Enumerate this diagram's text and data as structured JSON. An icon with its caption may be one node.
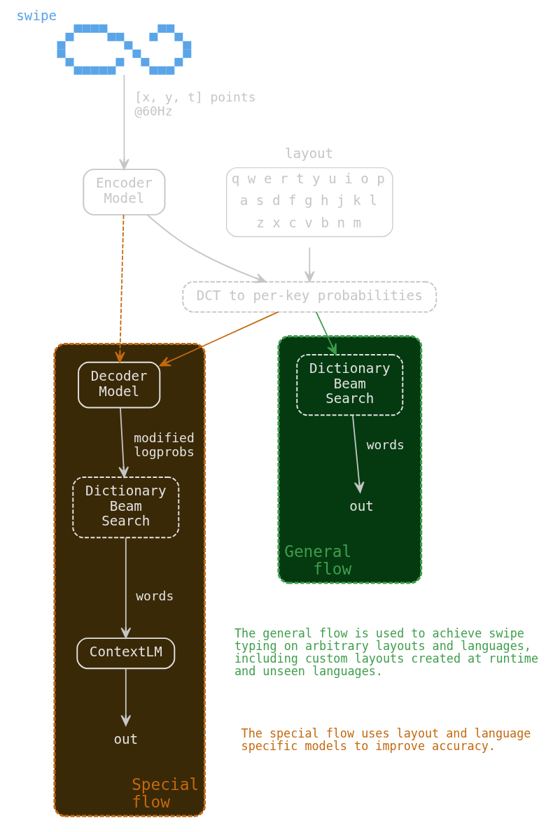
{
  "diagram": {
    "nodes": [
      {
        "text": [],
        "shape": "picture",
        "beside": [
          "swipe"
        ]
      },
      {
        "text": [
          "Encoder Model"
        ]
      },
      {
        "text": [
          "layout",
          "q w e r t y u i o p",
          "a s d f g h j k l",
          "z x c v b n m"
        ]
      },
      {
        "text": [
          "DCT to per-key probabilities"
        ]
      },
      {
        "text": [
          "Special flow"
        ]
      },
      {
        "text": [
          "Decoder Model"
        ],
        "in": 4
      },
      {
        "text": [
          "Dictionary Beam Search"
        ],
        "in": 4
      },
      {
        "text": [
          "ContextLM"
        ],
        "in": 4
      },
      {
        "text": [
          "out"
        ],
        "in": 4
      },
      {
        "text": [
          "General flow"
        ]
      },
      {
        "text": [
          "Dictionary Beam Search"
        ],
        "in": 9
      },
      {
        "text": [
          "out"
        ],
        "in": 9
      }
    ],
    "edges": [
      {
        "from": 0,
        "to": 1,
        "arrow": "to",
        "label": "[x, y, t] points @60Hz"
      },
      {
        "from": 1,
        "to": 3,
        "arrow": "to"
      },
      {
        "from": 2,
        "to": 3,
        "arrow": "to"
      },
      {
        "from": 1,
        "to": 5,
        "arrow": "to",
        "style": "dashed",
        "color": "#c4690f"
      },
      {
        "from": 3,
        "to": 5,
        "arrow": "to",
        "color": "#c4690f"
      },
      {
        "from": 3,
        "to": 10,
        "arrow": "to",
        "color": "#3f9e4c"
      },
      {
        "from": 5,
        "to": 6,
        "arrow": "to",
        "label": "modified logprobs"
      },
      {
        "from": 6,
        "to": 7,
        "arrow": "to",
        "label": "words"
      },
      {
        "from": 7,
        "to": 8,
        "arrow": "to"
      },
      {
        "from": 10,
        "to": 11,
        "arrow": "to",
        "label": "words"
      }
    ],
    "labels": [
      "The general flow is used to achieve swipe typing on arbitrary layouts and languages, including custom layouts created at runtime and unseen languages.",
      "The special flow uses layout and language specific models to improve accuracy."
    ]
  }
}
